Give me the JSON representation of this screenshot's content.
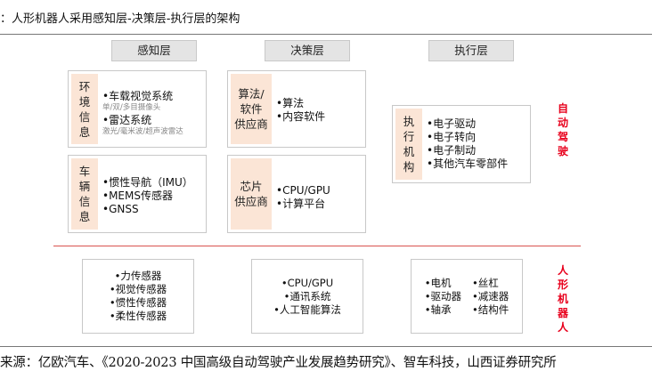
{
  "title": "：人形机器人采用感知层-决策层-执行层的架构",
  "layers": {
    "perception": "感知层",
    "decision": "决策层",
    "execution": "执行层"
  },
  "autonomous": {
    "tag": "自动驾驶",
    "perception": {
      "env": {
        "label": "环境信息",
        "items": [
          {
            "text": "•车载视觉系统",
            "sub": "单/双/多目摄像头"
          },
          {
            "text": "•雷达系统",
            "sub": "激光/毫米波/超声波雷达"
          }
        ]
      },
      "vehicle": {
        "label": "车辆信息",
        "items": [
          "•惯性导航（IMU）",
          "•MEMS传感器",
          "•GNSS"
        ]
      }
    },
    "decision": {
      "software": {
        "label": "算法/软件供应商",
        "label_lines": [
          "算法/",
          "软件",
          "供应商"
        ],
        "items": [
          "•算法",
          "•内容软件"
        ]
      },
      "chip": {
        "label_lines": [
          "芯片",
          "供应商"
        ],
        "items": [
          "•CPU/GPU",
          "•计算平台"
        ]
      }
    },
    "execution": {
      "label": "执行机构",
      "items": [
        "•电子驱动",
        "•电子转向",
        "•电子制动",
        "•其他汽车零部件"
      ]
    }
  },
  "humanoid": {
    "tag": "人形机器人",
    "perception": [
      "•力传感器",
      "•视觉传感器",
      "•惯性传感器",
      "•柔性传感器"
    ],
    "decision": [
      "•CPU/GPU",
      "•通讯系统",
      "•人工智能算法"
    ],
    "execution": {
      "col1": [
        "•电机",
        "•驱动器",
        "•轴承"
      ],
      "col2": [
        "•丝杠",
        "•减速器",
        "•结构件"
      ]
    }
  },
  "source": "来源：亿欧汽车、《2020-2023 中国高级自动驾驶产业发展趋势研究》、智车科技，山西证券研究所"
}
